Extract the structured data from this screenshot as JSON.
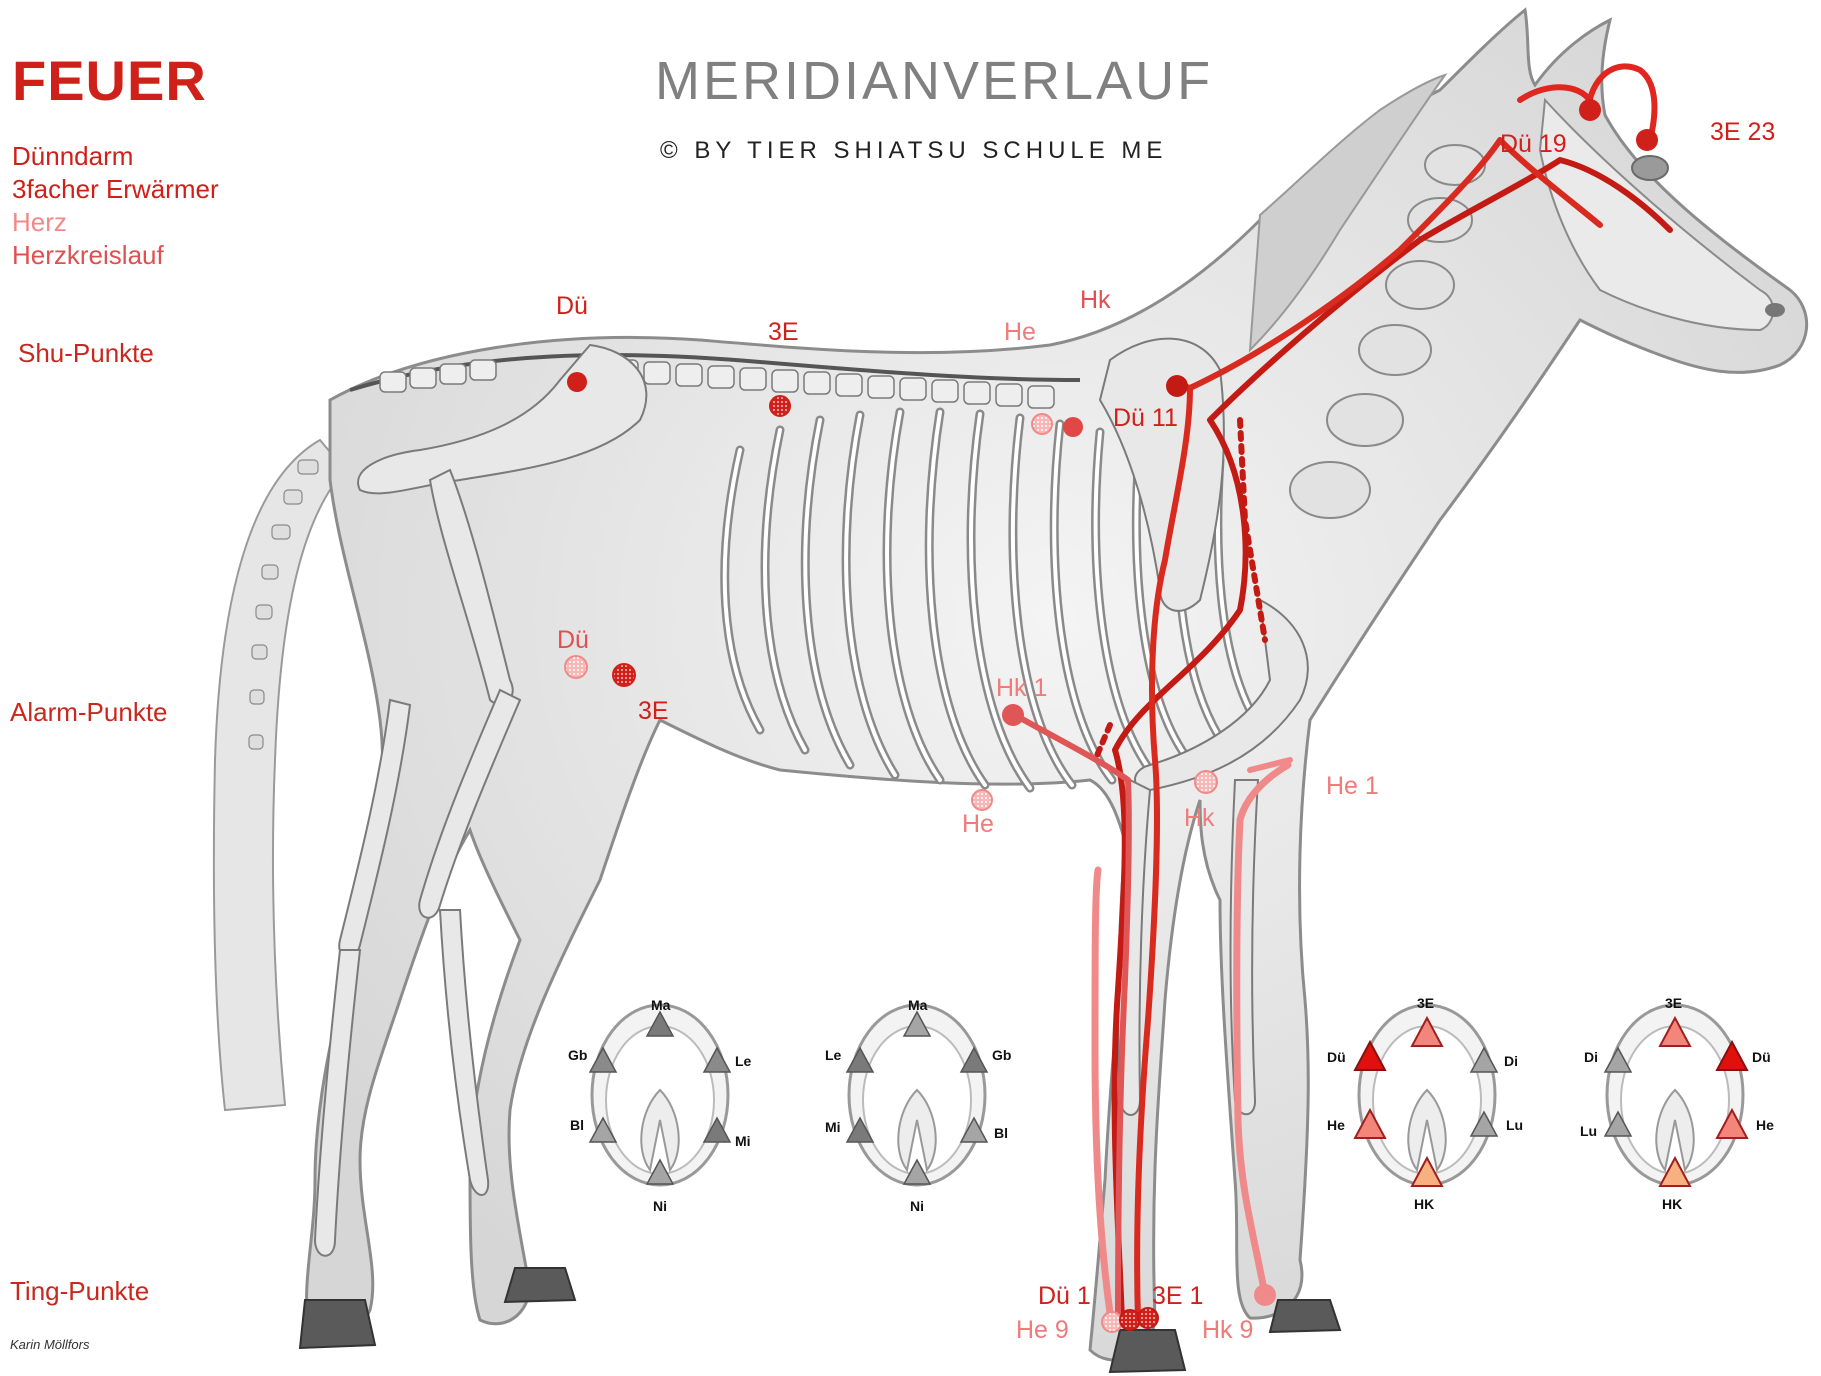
{
  "header": {
    "element": "FEUER",
    "title": "MERIDIANVERLAUF",
    "copyright": "© BY TIER SHIATSU SCHULE ME"
  },
  "legend": [
    {
      "label": "Dünndarm",
      "color": "#d0201a"
    },
    {
      "label": "3facher Erwärmer",
      "color": "#d0201a"
    },
    {
      "label": "Herz",
      "color": "#f08a8a"
    },
    {
      "label": "Herzkreislauf",
      "color": "#e05050"
    }
  ],
  "sections": {
    "shu": "Shu-Punkte",
    "alarm": "Alarm-Punkte",
    "ting": "Ting-Punkte"
  },
  "credit": "Karin Möllfors",
  "points": {
    "shu_du": "Dü",
    "shu_3e": "3E",
    "shu_he": "He",
    "shu_hk": "Hk",
    "du11": "Dü 11",
    "du19": "Dü 19",
    "e23": "3E 23",
    "alarm_du": "Dü",
    "alarm_3e": "3E",
    "hk1": "Hk 1",
    "alarm_he": "He",
    "alarm_hk": "Hk",
    "he1": "He 1",
    "du1": "Dü 1",
    "e1": "3E 1",
    "he9": "He 9",
    "hk9": "Hk 9"
  },
  "hoof_diagrams": [
    {
      "top": "Ma",
      "upper_left": "Gb",
      "upper_right": "Le",
      "lower_left": "Bl",
      "lower_right": "Mi",
      "bottom": "Ni"
    },
    {
      "top": "Ma",
      "upper_left": "Le",
      "upper_right": "Gb",
      "lower_left": "Mi",
      "lower_right": "Bl",
      "bottom": "Ni"
    },
    {
      "top": "3E",
      "upper_left": "Dü",
      "upper_right": "Di",
      "lower_left": "He",
      "lower_right": "Lu",
      "bottom": "HK"
    },
    {
      "top": "3E",
      "upper_left": "Di",
      "upper_right": "Dü",
      "lower_left": "Lu",
      "lower_right": "He",
      "bottom": "HK"
    }
  ],
  "colors": {
    "dark_meridian": "#d0201a",
    "mid_meridian": "#e8413c",
    "light_meridian": "#f08a8a",
    "grey_triangle": "#8a8a8a",
    "fire_triangle_red": "#e0100c",
    "fire_triangle_salmon": "#f3867a",
    "fire_triangle_peach": "#f7b080"
  }
}
